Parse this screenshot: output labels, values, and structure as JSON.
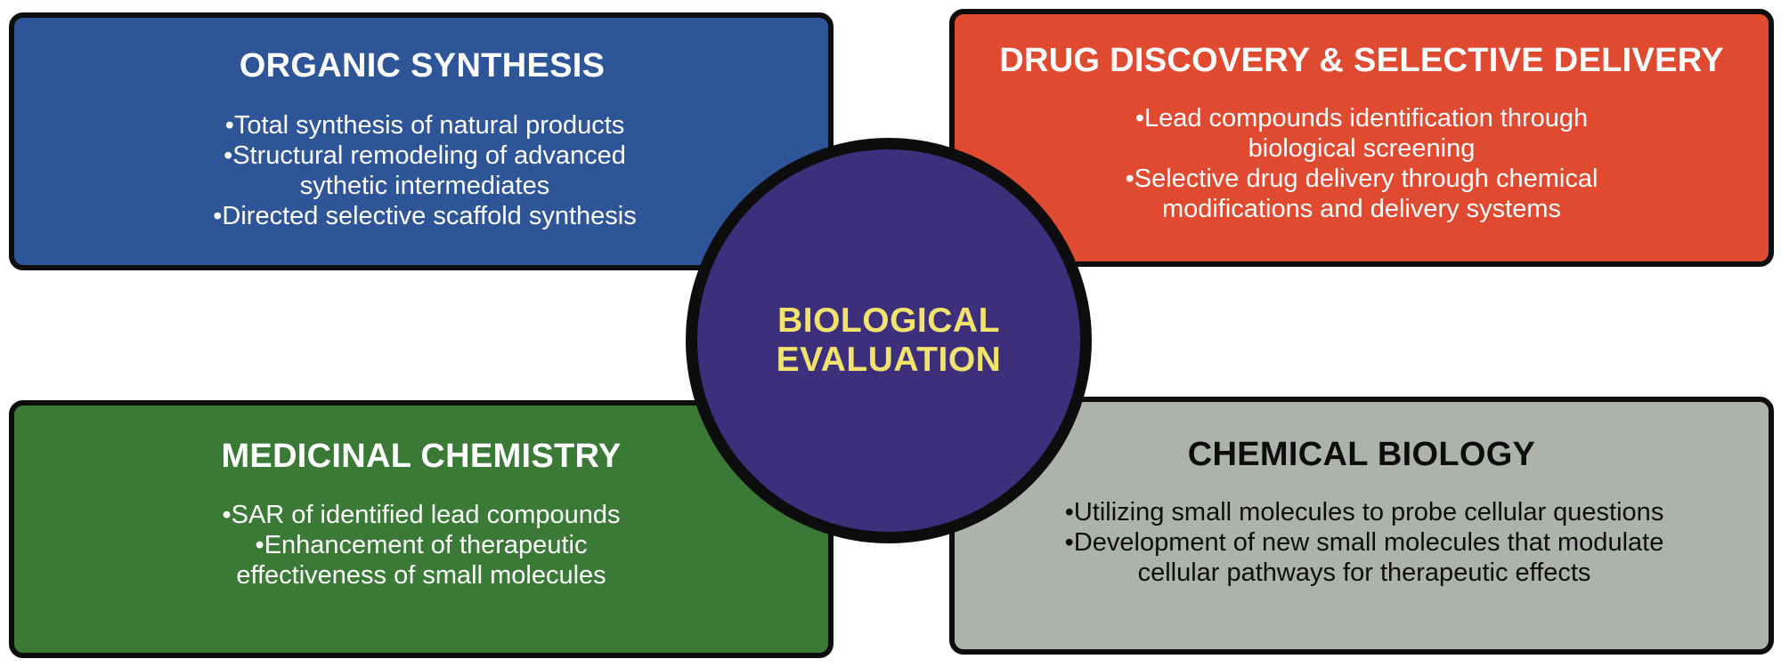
{
  "diagram": {
    "center": {
      "lines": [
        "BIOLOGICAL",
        "EVALUATION"
      ]
    },
    "boxes": {
      "organic_synthesis": {
        "title": "ORGANIC SYNTHESIS",
        "bullets": [
          "Total synthesis of natural products",
          "Structural remodeling of advanced",
          "sythetic intermediates",
          "Directed selective scaffold synthesis"
        ]
      },
      "drug_discovery": {
        "title": "DRUG DISCOVERY & SELECTIVE DELIVERY",
        "bullets": [
          "Lead compounds identification through",
          "biological screening",
          "Selective drug delivery through chemical",
          "modifications and delivery systems"
        ]
      },
      "medicinal_chemistry": {
        "title": "MEDICINAL CHEMISTRY",
        "bullets": [
          "SAR of identified lead compounds",
          "Enhancement of therapeutic",
          "effectiveness of small molecules"
        ]
      },
      "chemical_biology": {
        "title": "CHEMICAL BIOLOGY",
        "bullets": [
          "Utilizing small molecules to probe cellular questions",
          "Development of new small molecules that modulate",
          "cellular pathways for therapeutic effects"
        ]
      }
    },
    "colors": {
      "organic_synthesis": "#2d5597",
      "drug_discovery": "#df4a30",
      "medicinal_chemistry": "#3a7a36",
      "chemical_biology": "#adb2ab",
      "center_fill": "#3d2f7c",
      "center_text": "#f1e36d",
      "outline": "#0d0d0d"
    }
  }
}
